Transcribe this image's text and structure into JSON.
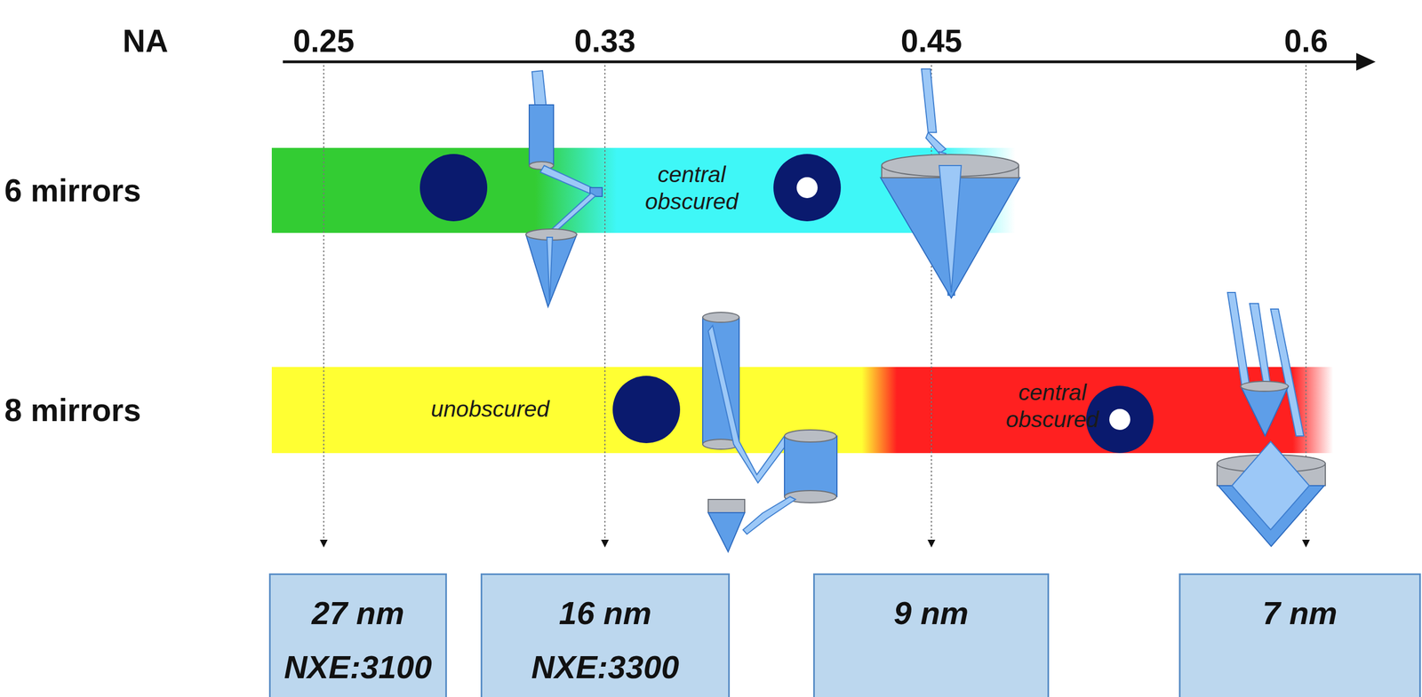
{
  "diagram": {
    "nodes": [
      {
        "text": [
          "central obscured"
        ]
      },
      {
        "text": [
          "unobscured"
        ]
      },
      {
        "text": [
          "central obscured"
        ]
      },
      {
        "text": [
          "27 nm",
          "NXE:3100"
        ]
      },
      {
        "text": [
          "16 nm",
          "NXE:3300"
        ]
      },
      {
        "text": [
          "9 nm"
        ]
      },
      {
        "text": [
          "7 nm"
        ]
      }
    ],
    "labels": [
      "NA",
      "0.25",
      "0.33",
      "0.45",
      "0.6",
      "6 mirrors",
      "8 mirrors"
    ]
  }
}
